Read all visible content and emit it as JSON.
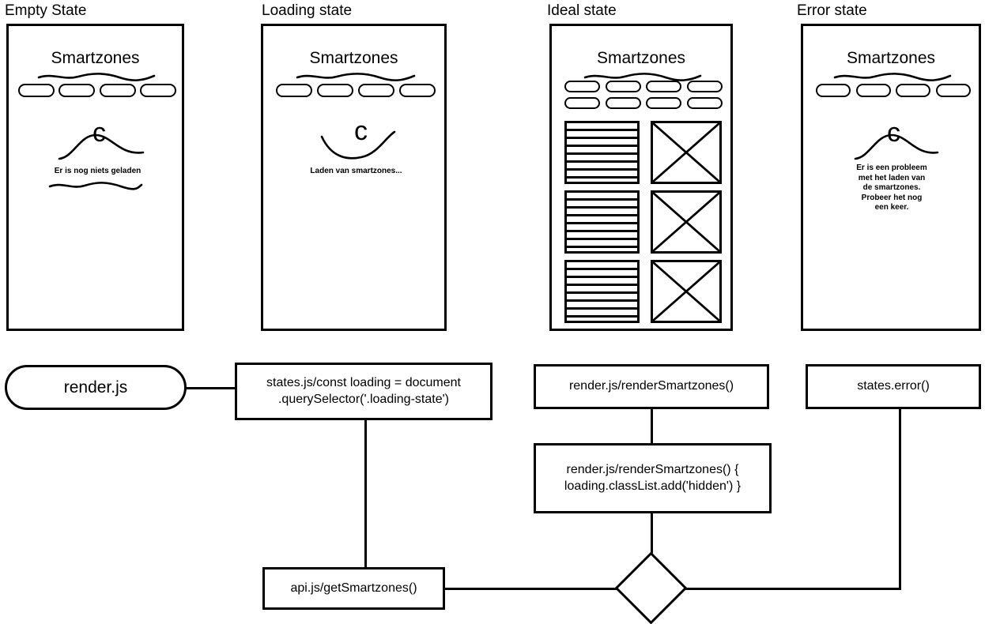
{
  "diagram": {
    "title_empty": "Empty State",
    "title_loading": "Loading state",
    "title_ideal": "Ideal state",
    "title_error": "Error state",
    "screen_heading": "Smartzones",
    "messages": {
      "empty": "Er is nog niets geladen",
      "loading": "Laden van smartzones...",
      "error": "Er is een probleem\nmet het laden van\nde smartzones.\nProbeer het nog\neen keer."
    },
    "nodes": {
      "render_js": "render.js",
      "states_loading": "states.js/const loading = document\n.querySelector('.loading-state')",
      "render_smartzones": "render.js/renderSmartzones()",
      "render_smartzones_hidden": "render.js/renderSmartzones() {\nloading.classList.add('hidden') }",
      "states_error": "states.error()",
      "api_get_smartzones": "api.js/getSmartzones()",
      "decision": ""
    },
    "colors": {
      "stroke": "#000000",
      "background": "#ffffff"
    }
  }
}
